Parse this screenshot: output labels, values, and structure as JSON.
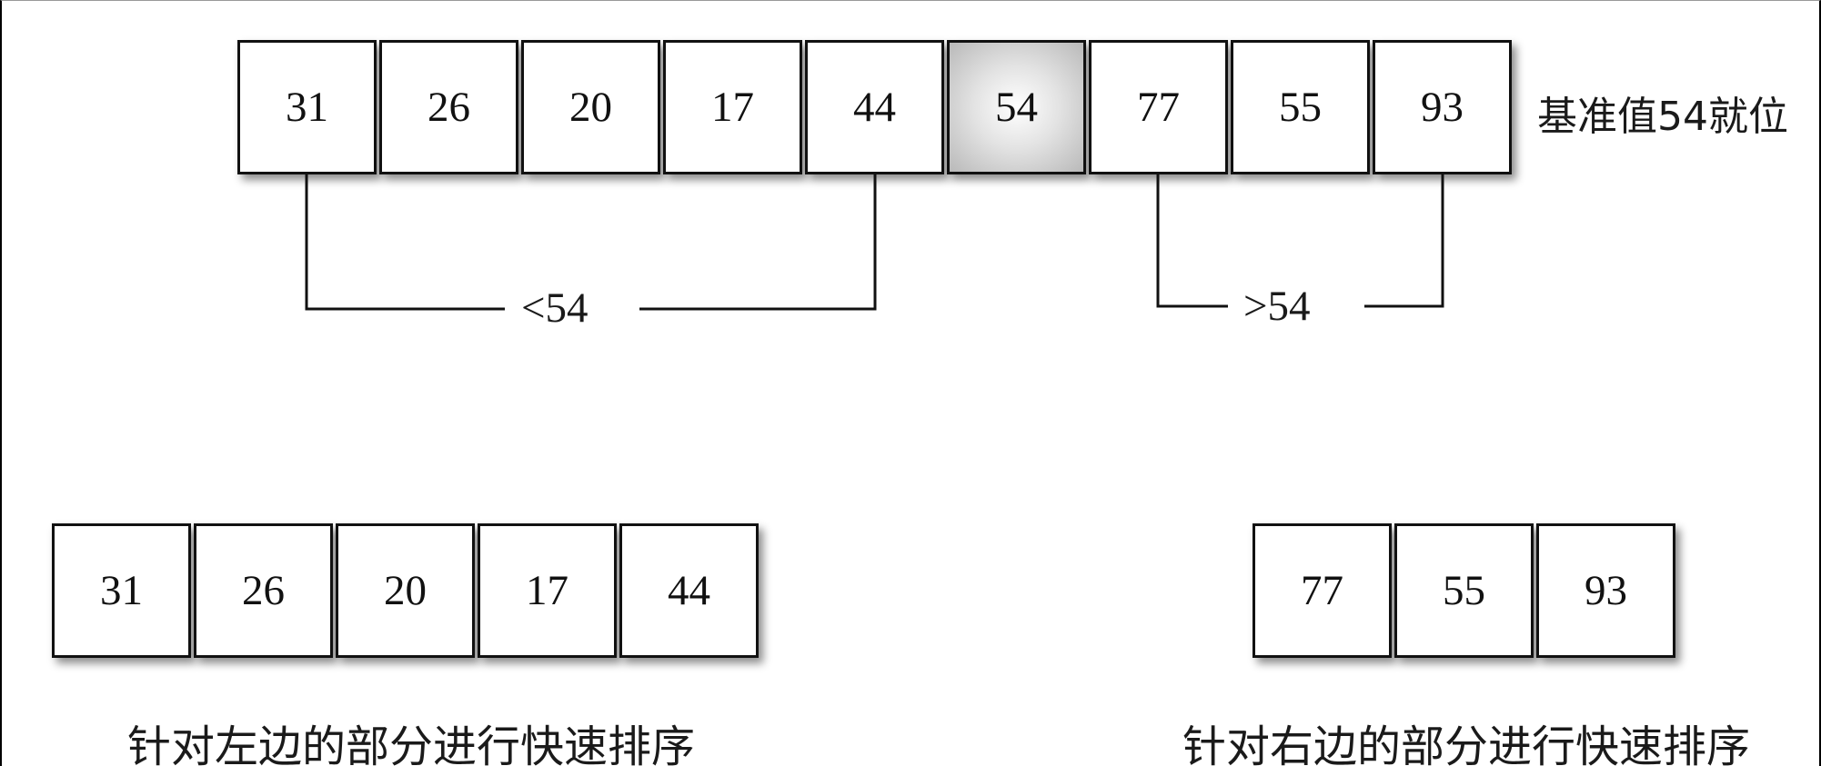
{
  "top_row": {
    "cells": [
      {
        "value": "31"
      },
      {
        "value": "26"
      },
      {
        "value": "20"
      },
      {
        "value": "17"
      },
      {
        "value": "44"
      },
      {
        "value": "54",
        "pivot": true
      },
      {
        "value": "77"
      },
      {
        "value": "55"
      },
      {
        "value": "93"
      }
    ],
    "caption": "基准值54就位"
  },
  "left_bracket": {
    "label": "<54"
  },
  "right_bracket": {
    "label": ">54"
  },
  "left_row": {
    "cells": [
      "31",
      "26",
      "20",
      "17",
      "44"
    ],
    "caption": "针对左边的部分进行快速排序"
  },
  "right_row": {
    "cells": [
      "77",
      "55",
      "93"
    ],
    "caption": "针对右边的部分进行快速排序"
  },
  "colors": {
    "border": "#111111",
    "pivot_fill": "#c8c8c8",
    "line": "#111111"
  }
}
